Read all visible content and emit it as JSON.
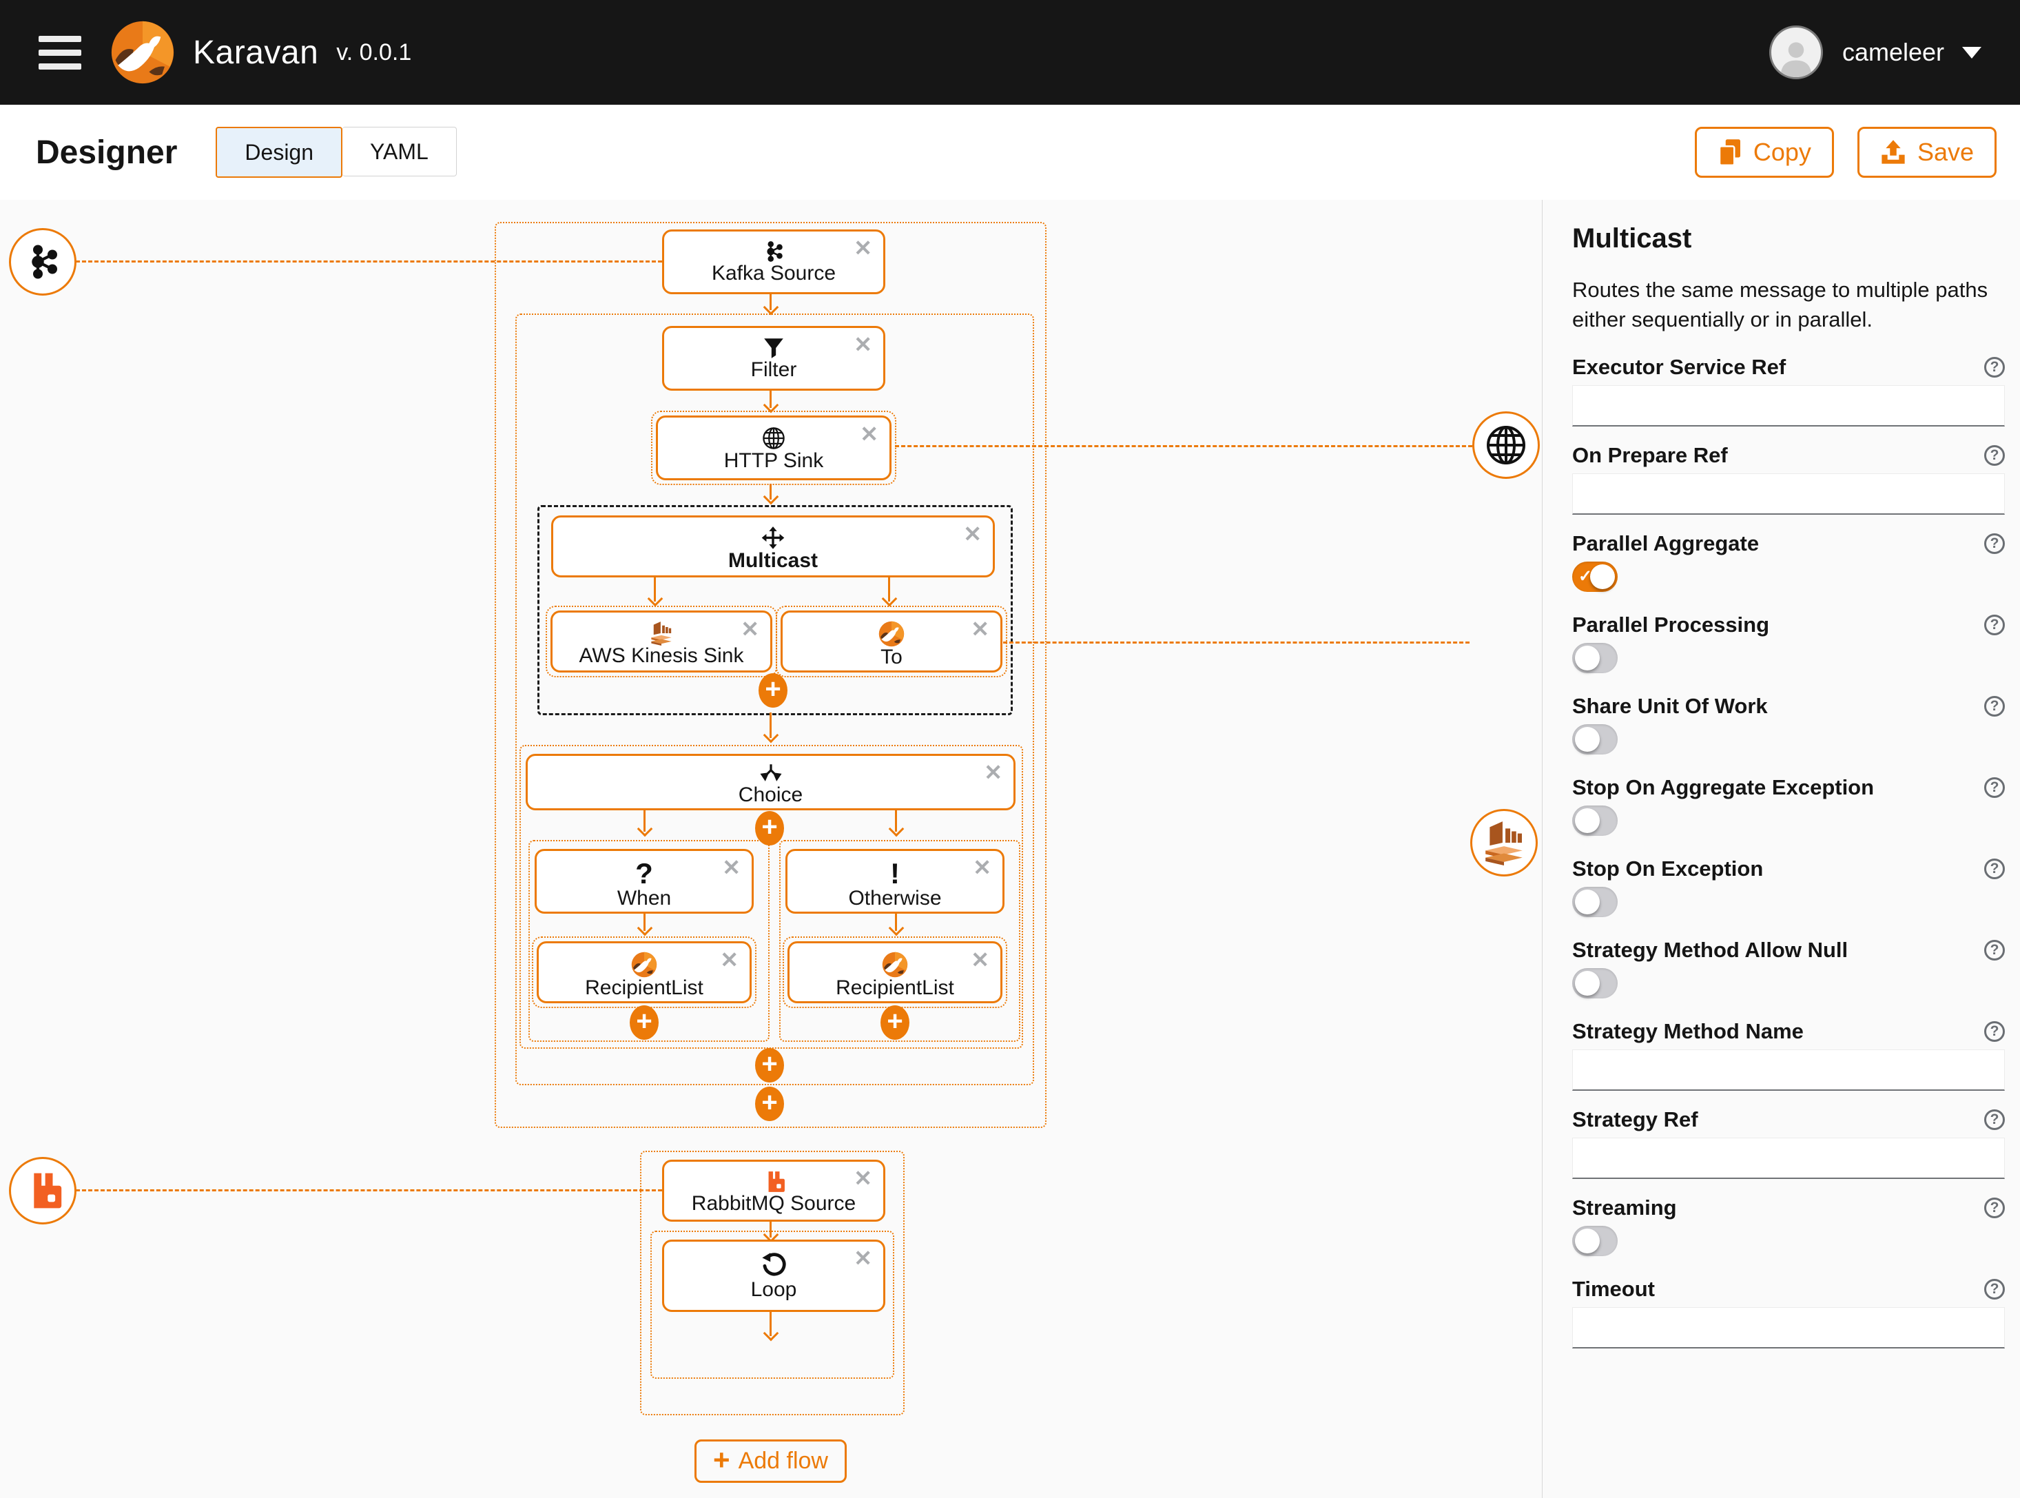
{
  "masthead": {
    "app_name": "Karavan",
    "version": "v. 0.0.1",
    "user": "cameleer"
  },
  "toolbar": {
    "title": "Designer",
    "tabs": [
      {
        "label": "Design",
        "active": true
      },
      {
        "label": "YAML",
        "active": false
      }
    ],
    "copy_label": "Copy",
    "save_label": "Save"
  },
  "canvas": {
    "add_flow_label": "Add flow",
    "nodes": {
      "kafka_source": {
        "label": "Kafka Source"
      },
      "filter": {
        "label": "Filter"
      },
      "http_sink": {
        "label": "HTTP Sink"
      },
      "multicast": {
        "label": "Multicast"
      },
      "aws_kinesis_sink": {
        "label": "AWS Kinesis Sink"
      },
      "to": {
        "label": "To"
      },
      "choice": {
        "label": "Choice"
      },
      "when": {
        "label": "When"
      },
      "otherwise": {
        "label": "Otherwise"
      },
      "recipient_list_1": {
        "label": "RecipientList"
      },
      "recipient_list_2": {
        "label": "RecipientList"
      },
      "rabbitmq_source": {
        "label": "RabbitMQ Source"
      },
      "loop": {
        "label": "Loop"
      }
    }
  },
  "panel": {
    "title": "Multicast",
    "description": "Routes the same message to multiple paths either sequentially or in parallel.",
    "fields": [
      {
        "label": "Executor Service Ref",
        "type": "text",
        "value": ""
      },
      {
        "label": "On Prepare Ref",
        "type": "text",
        "value": ""
      },
      {
        "label": "Parallel Aggregate",
        "type": "switch",
        "value": true
      },
      {
        "label": "Parallel Processing",
        "type": "switch",
        "value": false
      },
      {
        "label": "Share Unit Of Work",
        "type": "switch",
        "value": false
      },
      {
        "label": "Stop On Aggregate Exception",
        "type": "switch",
        "value": false
      },
      {
        "label": "Stop On Exception",
        "type": "switch",
        "value": false
      },
      {
        "label": "Strategy Method Allow Null",
        "type": "switch",
        "value": false
      },
      {
        "label": "Strategy Method Name",
        "type": "text",
        "value": ""
      },
      {
        "label": "Strategy Ref",
        "type": "text",
        "value": ""
      },
      {
        "label": "Streaming",
        "type": "switch",
        "value": false
      },
      {
        "label": "Timeout",
        "type": "text",
        "value": ""
      }
    ]
  },
  "colors": {
    "accent": "#EC7A08",
    "masthead_bg": "#161616",
    "selection_dash": "#1B1B1B",
    "switch_on": "#EC7A08"
  }
}
